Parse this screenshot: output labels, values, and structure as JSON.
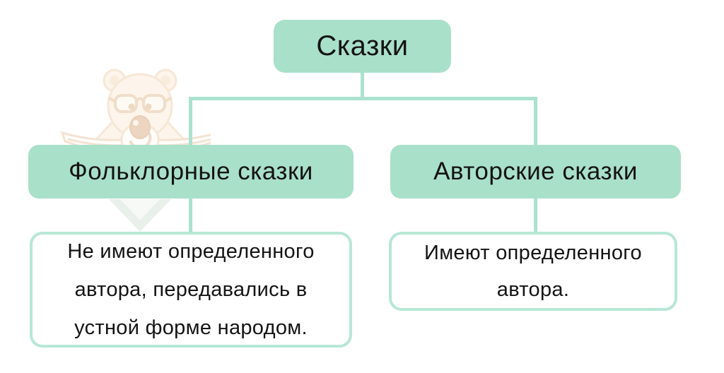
{
  "diagram": {
    "root_label": "Сказки",
    "branches": [
      {
        "label": "Фольклорные сказки",
        "description_lines": [
          "Не имеют определенного",
          "автора, передавались в",
          "устной форме народом."
        ]
      },
      {
        "label": "Авторские сказки",
        "description_lines": [
          "Имеют определенного",
          "автора."
        ]
      }
    ]
  },
  "watermark": {
    "icon": "bear-with-glasses-reading-open-book-icon"
  },
  "colors": {
    "box_fill": "#a9e0ca",
    "outline_border": "#b7e7d5",
    "connector": "#abe2cf",
    "text": "#141414"
  }
}
